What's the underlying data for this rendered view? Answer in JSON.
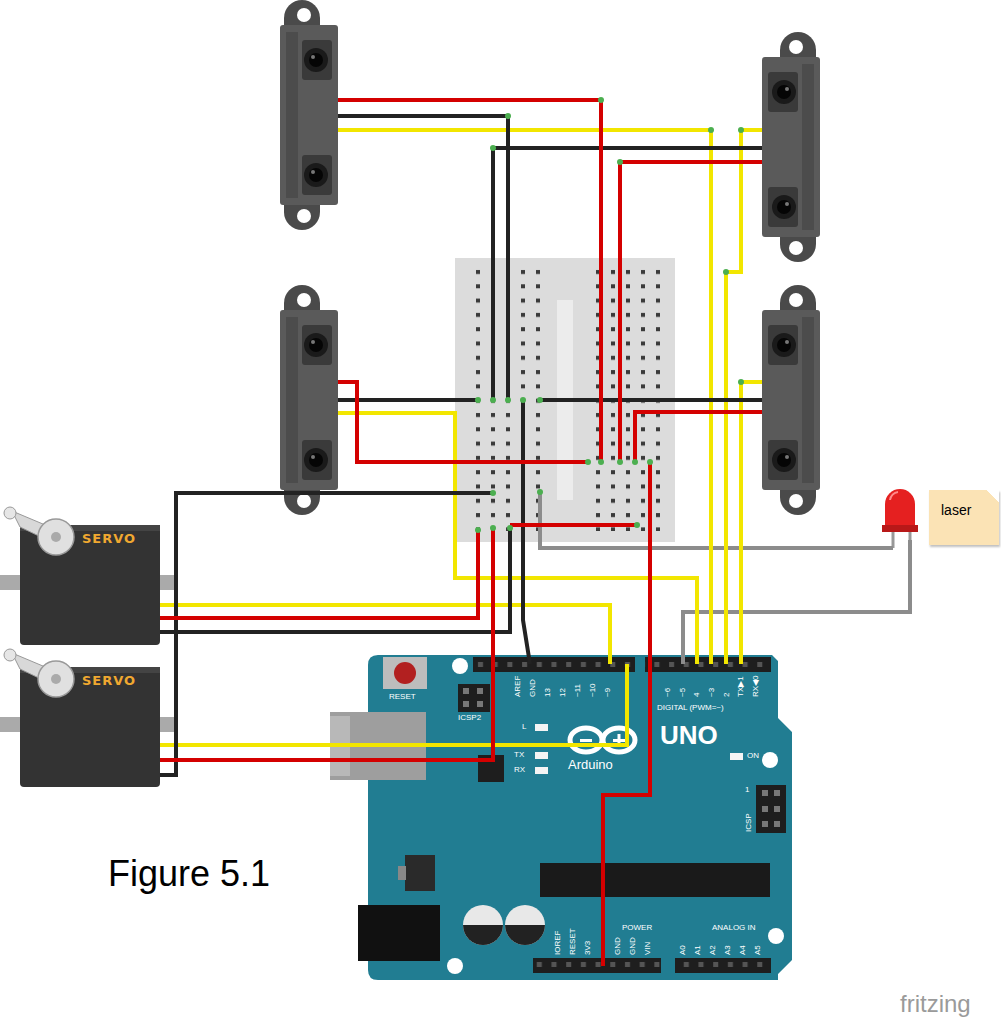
{
  "diagram": {
    "caption": "Figure 5.1",
    "nodes": [
      {
        "text": [
          "SERVO"
        ]
      },
      {
        "text": [
          "SERVO"
        ]
      },
      {
        "text": [
          "laser"
        ]
      }
    ],
    "labels": [
      "RESET",
      "ICSP2",
      "AREF",
      "GND",
      "13",
      "12",
      "~11",
      "~10",
      "~9",
      "~6",
      "~5",
      "4",
      "~3",
      "2",
      "TX▶1",
      "RX◀0",
      "DIGITAL (PWM=~)",
      "L",
      "TX",
      "RX",
      "UNO",
      "Arduino",
      "ON",
      "ICSP",
      "1",
      "IOREF",
      "RESET",
      "3V3",
      "GND",
      "GND",
      "VIN",
      "POWER",
      "ANALOG IN",
      "A0",
      "A1",
      "A2",
      "A3",
      "A4",
      "A5",
      "fritzing"
    ]
  }
}
